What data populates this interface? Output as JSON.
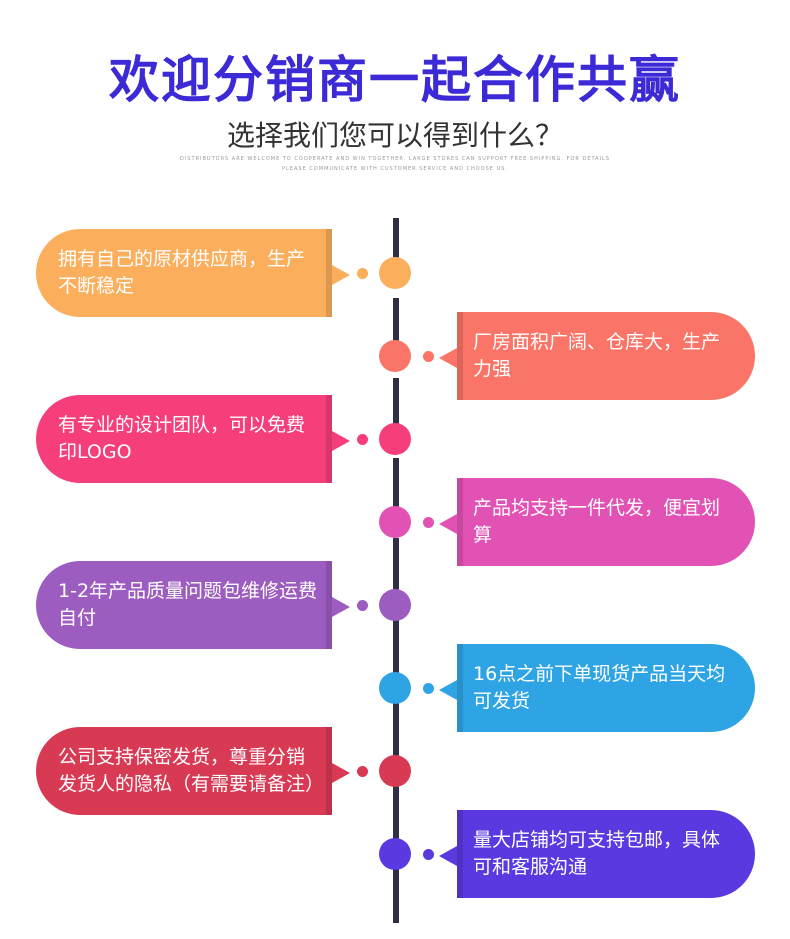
{
  "header": {
    "title": "欢迎分销商一起合作共赢",
    "subtitle": "选择我们您可以得到什么？",
    "fine_print_1": "DISTRIBUTORS ARE WELCOME TO COOPERATE AND WIN TOGETHER. LARGE STORES CAN SUPPORT FREE SHIPPING. FOR DETAILS",
    "fine_print_2": "PLEASE COMMUNICATE WITH CUSTOMER SERVICE AND CHOOSE US."
  },
  "colors": {
    "title": "#3b2ad6",
    "line": "#2e2e44"
  },
  "items": [
    {
      "text": "拥有自己的原材供应商，生产不断稳定",
      "color": "#fbae5c"
    },
    {
      "text": "厂房面积广阔、仓库大，生产力强",
      "color": "#fa7467"
    },
    {
      "text": "有专业的设计团队，可以免费印LOGO",
      "color": "#f53e7a"
    },
    {
      "text": "产品均支持一件代发，便宜划算",
      "color": "#e152b4"
    },
    {
      "text": "1-2年产品质量问题包维修运费自付",
      "color": "#9d5cbf"
    },
    {
      "text": "16点之前下单现货产品当天均可发货",
      "color": "#2fa4e4"
    },
    {
      "text": "公司支持保密发货，尊重分销发货人的隐私（有需要请备注）",
      "color": "#d83a54"
    },
    {
      "text": "量大店铺均可支持包邮，具体可和客服沟通",
      "color": "#5a39e0"
    }
  ]
}
